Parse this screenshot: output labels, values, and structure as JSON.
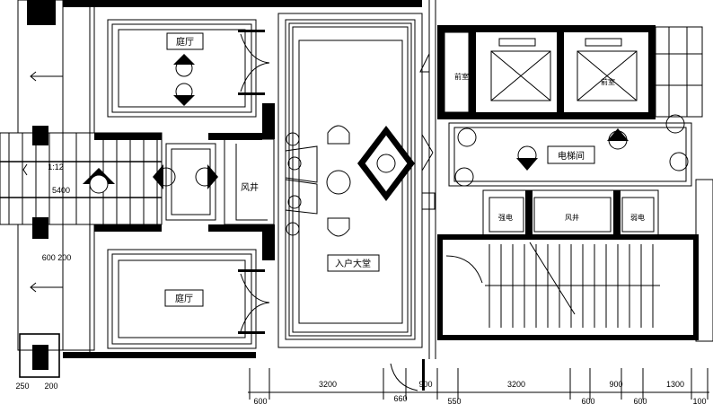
{
  "drawing": {
    "rooms": {
      "courtyard_top": "庭厅",
      "courtyard_bottom": "庭厅",
      "entrance_lobby": "入户大堂",
      "elevator_hall": "电梯间",
      "shaft_center": "风井",
      "room_top_left": "前室",
      "elevator_shaft_label": "前室",
      "small_room_left": "强电",
      "small_room_middle": "风井",
      "small_room_right": "弱电"
    },
    "annotations": {
      "slope": "1:12",
      "width": "5400",
      "left_dims": "600 200",
      "bottom_left_1": "250",
      "bottom_left_2": "200"
    },
    "dimensions": [
      "600",
      "3200",
      "660",
      "900",
      "550",
      "3200",
      "600",
      "900",
      "600",
      "1300",
      "100"
    ]
  }
}
